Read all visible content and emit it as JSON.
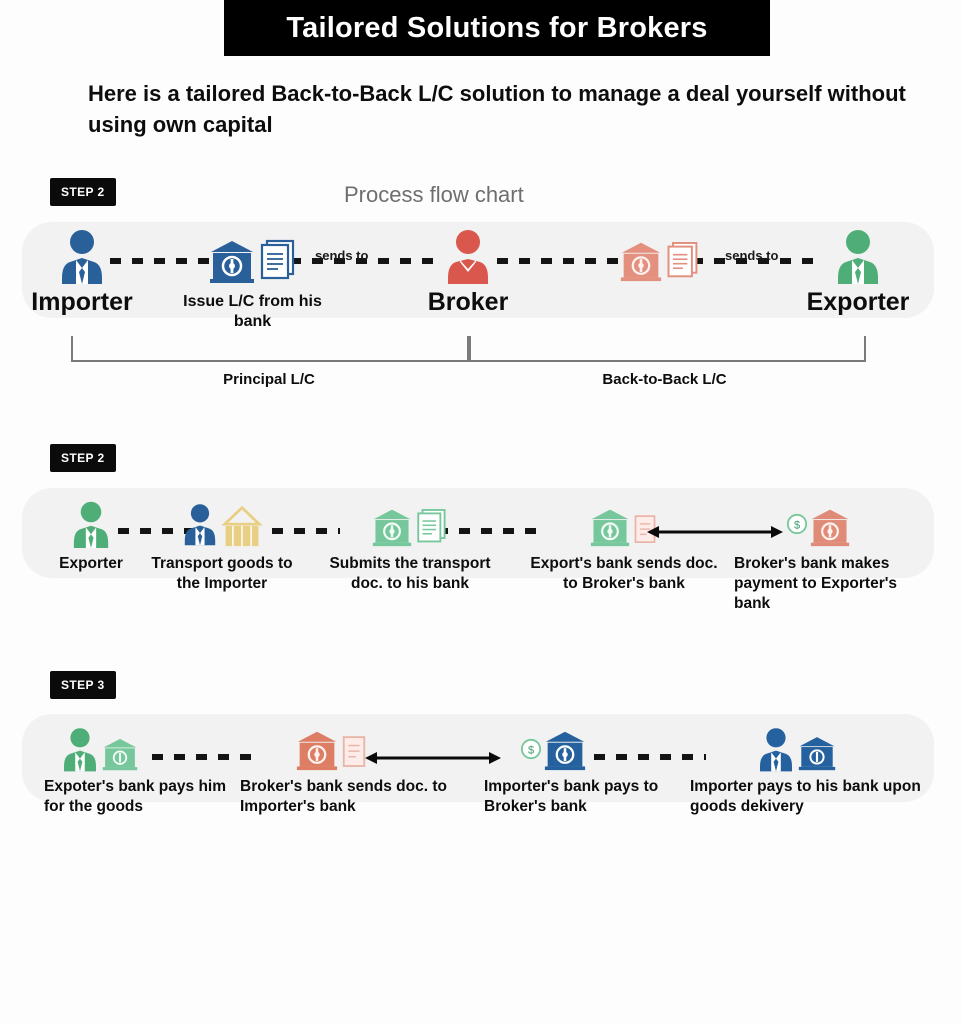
{
  "header": {
    "title": "Tailored Solutions for Brokers",
    "subtitle": "Here is a tailored Back-to-Back L/C solution to manage a deal yourself without using own capital"
  },
  "flow_chart_label": "Process flow chart",
  "colors": {
    "importer_blue": "#2a6099",
    "broker_red": "#d9574c",
    "exporter_green": "#4fae78",
    "container_tan": "#e8cf84",
    "badge_black": "#0b0b0b",
    "band_gray": "#f2f2f2",
    "bracket_gray": "#7a7a7a",
    "flow_label_gray": "#6e6e6e"
  },
  "sections": [
    {
      "badge": "STEP 2",
      "nodes": [
        {
          "label": "Importer",
          "icons": [
            "person-blue-icon"
          ]
        },
        {
          "label": "Issue L/C from his bank",
          "icons": [
            "bank-blue-icon",
            "document-blue-icon"
          ]
        },
        {
          "label": "Broker",
          "icons": [
            "person-red-icon"
          ]
        },
        {
          "label": "",
          "icons": [
            "bank-red-icon",
            "document-red-icon"
          ]
        },
        {
          "label": "Exporter",
          "icons": [
            "person-green-icon"
          ]
        }
      ],
      "connectors": [
        "sends to",
        "sends to"
      ],
      "brackets": [
        {
          "label": "Principal L/C"
        },
        {
          "label": "Back-to-Back L/C"
        }
      ]
    },
    {
      "badge": "STEP 2",
      "nodes": [
        {
          "label": "Exporter",
          "icons": [
            "person-green-icon"
          ]
        },
        {
          "label": "Transport goods to the Importer",
          "icons": [
            "person-blue-icon",
            "shipping-container-icon"
          ]
        },
        {
          "label": "Submits the transport doc. to his bank",
          "icons": [
            "bank-green-icon",
            "document-green-icon"
          ]
        },
        {
          "label": "Export's bank sends doc. to Broker's bank",
          "icons": [
            "bank-green-icon",
            "document-red-icon"
          ]
        },
        {
          "label": "Broker's bank makes payment to Exporter's bank",
          "icons": [
            "coin-green-icon",
            "bank-red-icon"
          ]
        }
      ]
    },
    {
      "badge": "STEP 3",
      "nodes": [
        {
          "label": "Expoter's bank pays him for the goods",
          "icons": [
            "person-green-icon",
            "bank-green-icon"
          ]
        },
        {
          "label": "Broker's bank sends doc. to Importer's bank",
          "icons": [
            "bank-red-icon",
            "document-red-icon"
          ]
        },
        {
          "label": "Importer's bank pays to Broker's bank",
          "icons": [
            "coin-green-icon",
            "bank-blue-icon"
          ]
        },
        {
          "label": "Importer pays to his bank upon goods dekivery",
          "icons": [
            "person-blue-icon",
            "bank-blue-icon"
          ]
        }
      ]
    }
  ]
}
